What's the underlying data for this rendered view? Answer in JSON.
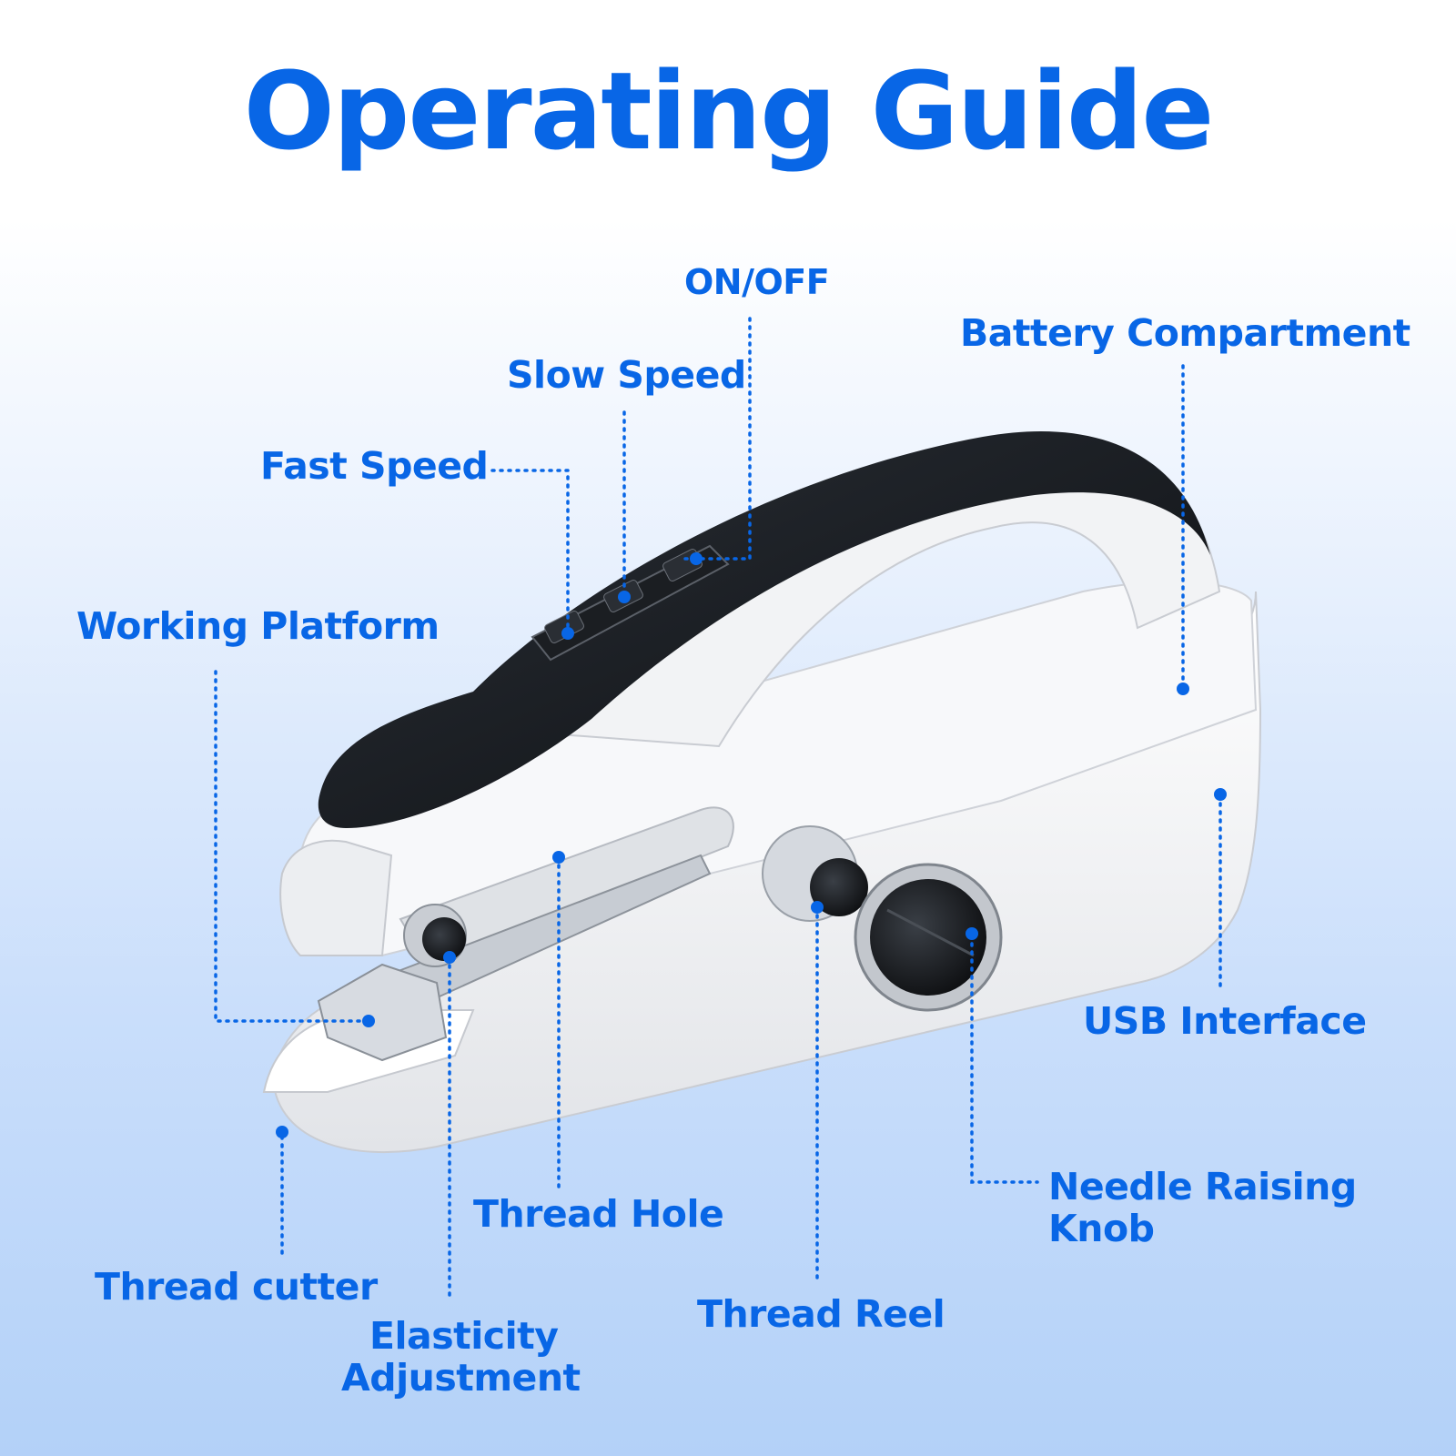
{
  "title": "Operating Guide",
  "colors": {
    "accent": "#0866e6",
    "body": "#f3f4f6",
    "handle": "#111418"
  },
  "labels": {
    "on_off": "ON/OFF",
    "battery_compartment": "Battery Compartment",
    "slow_speed": "Slow Speed",
    "fast_speed": "Fast Speed",
    "working_platform": "Working Platform",
    "usb_interface": "USB Interface",
    "thread_hole": "Thread Hole",
    "needle_raising_knob_line1": "Needle Raising",
    "needle_raising_knob_line2": "Knob",
    "thread_cutter": "Thread cutter",
    "elasticity_adjustment_line1": "Elasticity",
    "elasticity_adjustment_line2": "Adjustment",
    "thread_reel": "Thread Reel"
  },
  "icons": [
    "sewing-machine-illustration",
    "callout-dot"
  ]
}
